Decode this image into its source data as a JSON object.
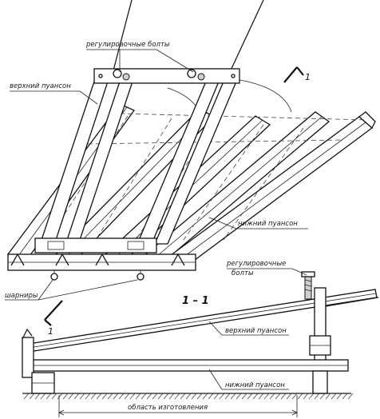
{
  "labels": {
    "adjusting_bolts_top": "регулировочные болты",
    "upper_punch_top": "верхний пуансон",
    "lower_punch_top": "нижний пуансон",
    "hinges": "шарниры",
    "adjusting_bolts_side_line1": "регулировочные",
    "adjusting_bolts_side_line2": "болты",
    "upper_punch_side": "верхний пуансон",
    "lower_punch_side": "нижний пуансон",
    "manufacturing_area": "область изготовления"
  },
  "section": {
    "title": "1 – 1",
    "marker_top": "1",
    "marker_left": "1"
  }
}
